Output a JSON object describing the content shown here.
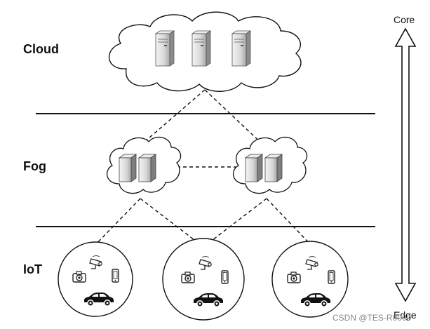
{
  "layers": {
    "cloud": "Cloud",
    "fog": "Fog",
    "iot": "IoT"
  },
  "axis": {
    "top": "Core",
    "bottom": "Edge"
  },
  "watermark": "CSDN @TES-R0000",
  "icons": {
    "server": "server-icon",
    "camera": "camera-icon",
    "cctv": "security-camera-icon",
    "phone": "smartphone-icon",
    "car": "car-icon"
  },
  "colors": {
    "line": "#111111",
    "server_light": "#e6e6e6",
    "server_dark": "#9a9a9a"
  }
}
